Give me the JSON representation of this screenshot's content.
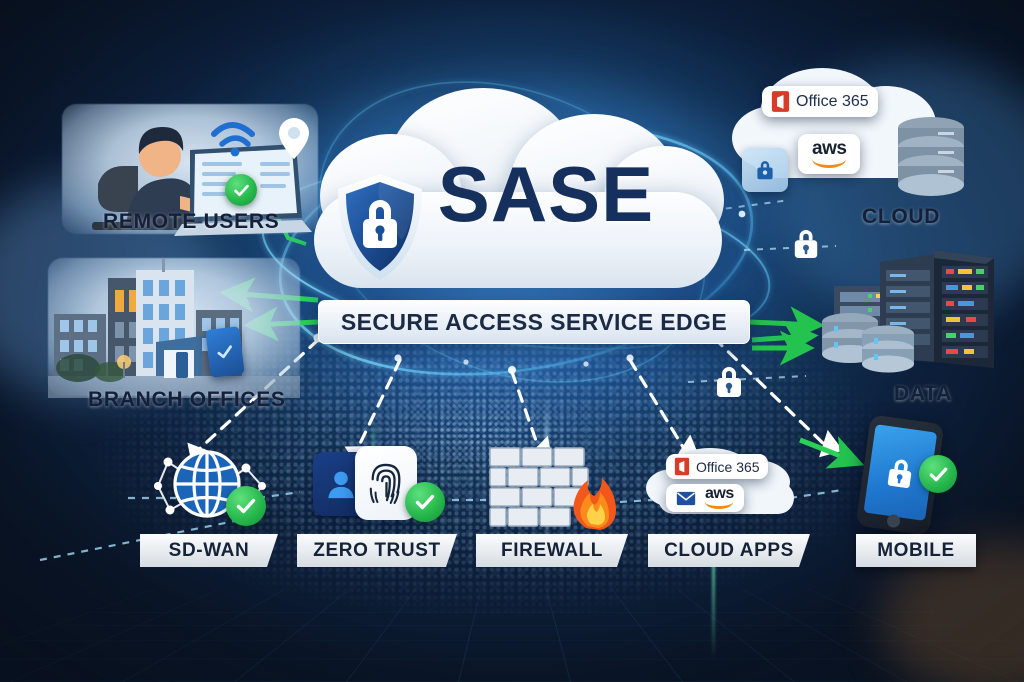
{
  "diagram": {
    "center": {
      "title": "SASE",
      "banner": "SECURE ACCESS SERVICE EDGE",
      "shield_icon": "shield-lock-icon",
      "cloud_icon": "cloud-shape"
    },
    "left_nodes": [
      {
        "id": "remote-users",
        "label": "REMOTE USERS",
        "icons": [
          "person-laptop-icon",
          "wifi-icon",
          "location-pin-icon",
          "green-check-icon"
        ]
      },
      {
        "id": "branch-offices",
        "label": "BRANCH OFFICES",
        "icons": [
          "office-buildings-icon",
          "tablet-check-icon"
        ]
      }
    ],
    "right_nodes": [
      {
        "id": "cloud",
        "label": "CLOUD",
        "icons": [
          "cloud-shape",
          "office365-logo",
          "aws-logo",
          "database-stack-icon",
          "lock-bag-icon"
        ],
        "badges": [
          "Office 365",
          "aws"
        ]
      },
      {
        "id": "data",
        "label": "DATA",
        "icons": [
          "server-rack-icon",
          "database-stack-icon",
          "padlock-icon"
        ]
      }
    ],
    "bottom_nodes": [
      {
        "id": "sd-wan",
        "label": "SD-WAN",
        "icons": [
          "globe-network-icon",
          "green-check-icon"
        ]
      },
      {
        "id": "zero-trust",
        "label": "ZERO TRUST",
        "icons": [
          "user-card-icon",
          "fingerprint-icon",
          "green-check-icon"
        ]
      },
      {
        "id": "firewall",
        "label": "FIREWALL",
        "icons": [
          "brick-wall-icon",
          "flame-icon"
        ]
      },
      {
        "id": "cloud-apps",
        "label": "CLOUD APPS",
        "icons": [
          "cloud-shape",
          "office365-logo",
          "envelope-icon",
          "aws-logo"
        ],
        "badges": [
          "Office 365",
          "aws"
        ]
      },
      {
        "id": "mobile",
        "label": "MOBILE",
        "icons": [
          "smartphone-lock-icon",
          "green-check-icon"
        ]
      }
    ],
    "floating_locks": [
      "padlock-icon-upper-right",
      "padlock-icon-lower-right"
    ],
    "colors": {
      "background_deep": "#0a1524",
      "background_glow": "#2a6fb5",
      "cloud_white": "#f3f7fb",
      "title_navy": "#15305c",
      "accent_green": "#22b34a",
      "accent_cyan": "#4fc3f7",
      "flame_orange": "#f4701f",
      "office_red": "#d83b27",
      "aws_orange": "#f08c1b",
      "plate_light": "#eef2f6"
    },
    "connectors": {
      "cloud_to_bottom": "white-dashed-arrow",
      "sase_to_left": "green-arrow",
      "sase_to_right": "green-arrow",
      "node_to_node": "cyan-dashed-line"
    }
  }
}
